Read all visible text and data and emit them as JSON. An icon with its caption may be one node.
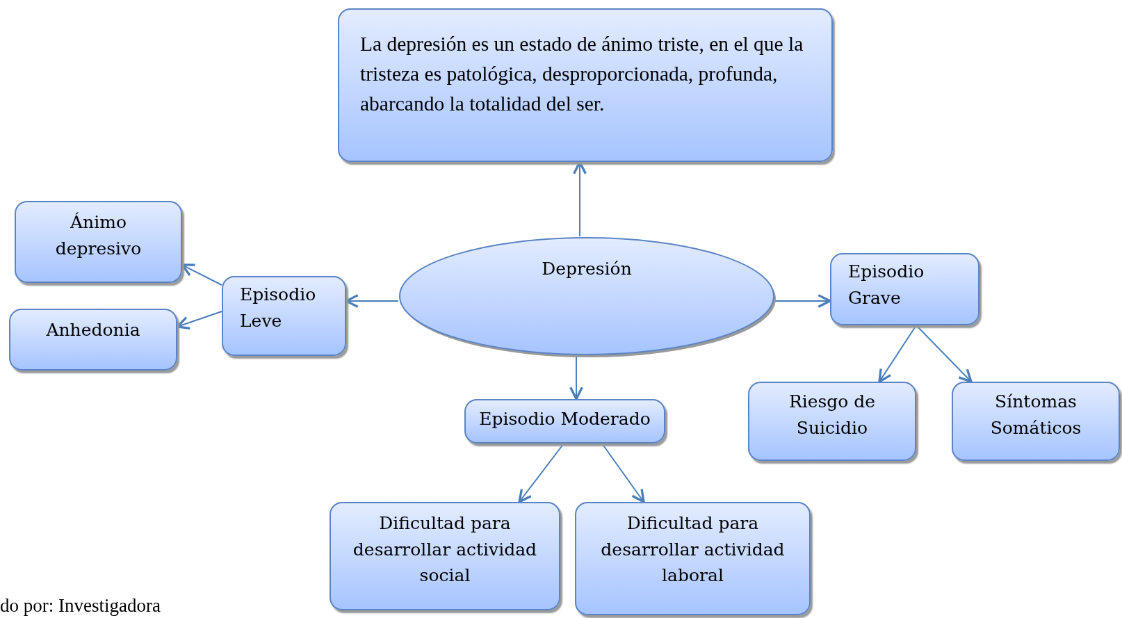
{
  "diagram": {
    "nodes": [
      {
        "text": [
          "La depresión es un estado de ánimo triste, en el que la tristeza es patológica, desproporcionada, profunda, abarcando la totalidad del ser."
        ]
      },
      {
        "text": [
          "Depresión"
        ]
      },
      {
        "text": [
          "Ánimo depresivo"
        ]
      },
      {
        "text": [
          "Anhedonia"
        ]
      },
      {
        "text": [
          "Episodio Leve"
        ]
      },
      {
        "text": [
          "Episodio Grave"
        ]
      },
      {
        "text": [
          "Episodio Moderado"
        ]
      },
      {
        "text": [
          "Riesgo de Suicidio"
        ]
      },
      {
        "text": [
          "Síntomas Somáticos"
        ]
      },
      {
        "text": [
          "Dificultad para desarrollar actividad social"
        ]
      },
      {
        "text": [
          "Dificultad para desarrollar actividad laboral"
        ]
      }
    ],
    "edges": [
      {
        "from": 1,
        "to": 0,
        "arrow": "to"
      },
      {
        "from": 1,
        "to": 4,
        "arrow": "to"
      },
      {
        "from": 4,
        "to": 2,
        "arrow": "to"
      },
      {
        "from": 4,
        "to": 3,
        "arrow": "to"
      },
      {
        "from": 1,
        "to": 5,
        "arrow": "to"
      },
      {
        "from": 1,
        "to": 6,
        "arrow": "to"
      },
      {
        "from": 6,
        "to": 9,
        "arrow": "to"
      },
      {
        "from": 6,
        "to": 10,
        "arrow": "to"
      },
      {
        "from": 5,
        "to": 7,
        "arrow": "to"
      },
      {
        "from": 5,
        "to": 8,
        "arrow": "to"
      }
    ],
    "labels": [
      "do por: Investigadora"
    ]
  }
}
